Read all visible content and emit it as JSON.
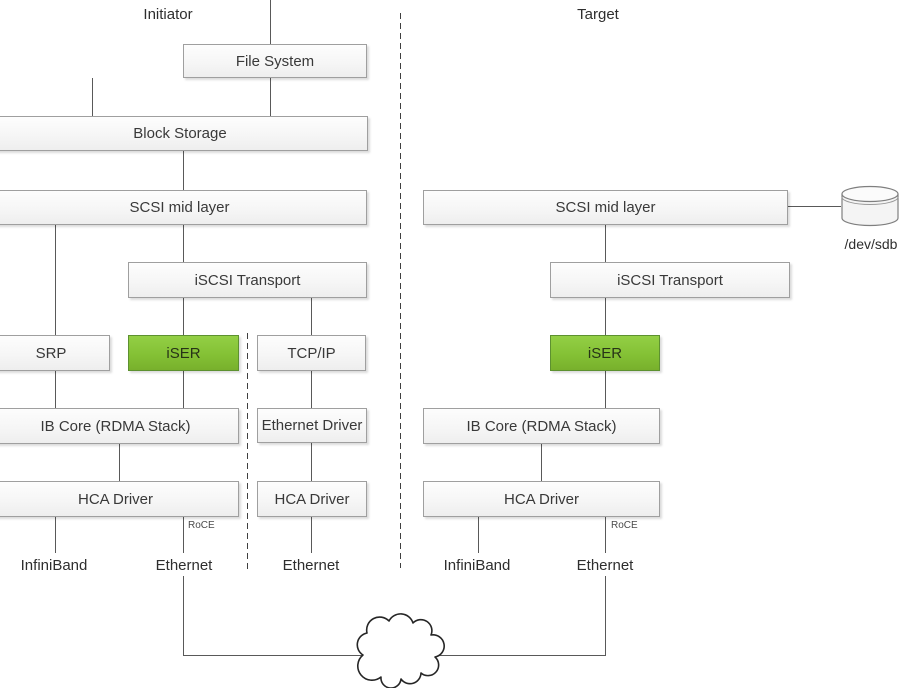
{
  "diagram": {
    "section_labels": {
      "initiator": "Initiator",
      "target": "Target"
    },
    "initiator": {
      "file_system": "File System",
      "block_storage": "Block Storage",
      "scsi_mid_layer": "SCSI mid layer",
      "iscsi_transport": "iSCSI Transport",
      "srp": "SRP",
      "iser": "iSER",
      "tcp_ip": "TCP/IP",
      "ib_core": "IB Core (RDMA Stack)",
      "ethernet_driver": "Ethernet Driver",
      "hca_driver": "HCA Driver",
      "hca_driver_eth": "HCA Driver",
      "roce": "RoCE",
      "port_infiniband": "InfiniBand",
      "port_ethernet": "Ethernet",
      "port_ethernet_tcp": "Ethernet"
    },
    "target": {
      "scsi_mid_layer": "SCSI mid layer",
      "iscsi_transport": "iSCSI Transport",
      "iser": "iSER",
      "ib_core": "IB Core (RDMA Stack)",
      "hca_driver": "HCA Driver",
      "roce": "RoCE",
      "port_infiniband": "InfiniBand",
      "port_ethernet": "Ethernet",
      "disk_label": "/dev/sdb"
    },
    "colors": {
      "iser_green": "#84C135",
      "iser_green_border": "#5D9130",
      "box_border": "#9F9F9F",
      "connector_line": "#595959"
    }
  }
}
